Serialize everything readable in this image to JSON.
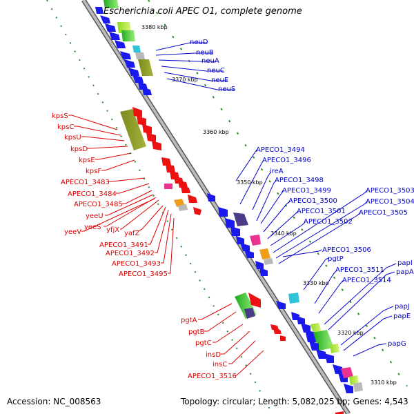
{
  "title": "Escherichia coli APEC O1, complete genome",
  "footer": {
    "accession": "Accession: NC_008563",
    "summary": "Topology: circular; Length: 5,082,025 bp; Genes: 4,543"
  },
  "colors": {
    "backbone": "#a0a0a0",
    "tick": "#2a8a2a",
    "forward_label": "#0000cc",
    "reverse_label": "#dd0000"
  },
  "kbp_ticks": [
    "3380 kbp",
    "3370 kbp",
    "3360 kbp",
    "3350 kbp",
    "3340 kbp",
    "3330 kbp",
    "3320 kbp",
    "3310 kbp"
  ],
  "blue_labels": [
    "neuD",
    "neuB",
    "neuA",
    "neuC",
    "neuE",
    "neuS",
    "APECO1_3494",
    "APECO1_3496",
    "ireA",
    "APECO1_3498",
    "APECO1_3499",
    "APECO1_3500",
    "APECO1_3501",
    "APECO1_3502",
    "APECO1_3503",
    "APECO1_3504",
    "APECO1_3505",
    "APECO1_3506",
    "pgtP",
    "APECO1_3511",
    "APECO1_3514",
    "papI",
    "papA",
    "papJ",
    "papE",
    "papG"
  ],
  "red_labels": [
    "kpsS",
    "kpsC",
    "kpsU",
    "kpsD",
    "kpsE",
    "kpsF",
    "APECO1_3483",
    "APECO1_3484",
    "APECO1_3485",
    "yeeU",
    "yeeS",
    "yeeV",
    "yfjX",
    "yafZ",
    "APECO1_3491",
    "APECO1_3492",
    "APECO1_3493",
    "APECO1_3495",
    "pgtA",
    "pgtB",
    "pgtC",
    "insD",
    "insC",
    "APECO1_3516"
  ]
}
